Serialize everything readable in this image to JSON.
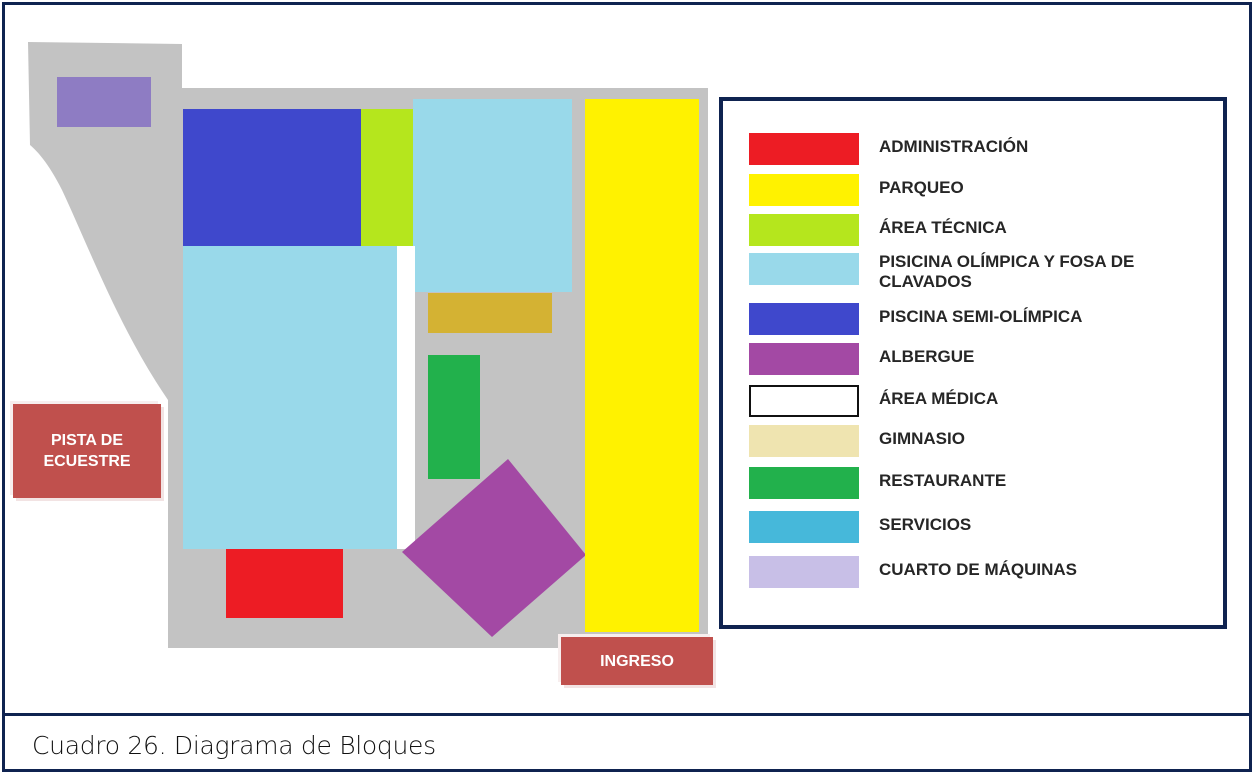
{
  "diagram": {
    "caption": "Cuadro 26. Diagrama de Bloques",
    "labels": {
      "pista": "PISTA DE\nECUESTRE",
      "ingreso": "INGRESO"
    },
    "colors": {
      "frame": "#0f2350",
      "ground": "#c3c3c3",
      "administracion": "#ed1c24",
      "parqueo": "#fff200",
      "area_tecnica": "#b5e61d",
      "piscina_olimpica": "#99d9ea",
      "piscina_semi": "#3f48cc",
      "albergue": "#a349a4",
      "area_medica": "#ffffff",
      "gimnasio": "#d4b233",
      "restaurante": "#22b14c",
      "cuarto_maquinas": "#8e7cc3",
      "tag": "#c0504d"
    }
  },
  "legend": {
    "items": [
      {
        "label": "ADMINISTRACIÓN",
        "color": "#ed1c24"
      },
      {
        "label": "PARQUEO",
        "color": "#fff200"
      },
      {
        "label": "ÁREA TÉCNICA",
        "color": "#b5e61d"
      },
      {
        "label": "PISICINA OLÍMPICA Y FOSA DE\nCLAVADOS",
        "color": "#99d9ea"
      },
      {
        "label": "PISCINA SEMI-OLÍMPICA",
        "color": "#3f48cc"
      },
      {
        "label": "ALBERGUE",
        "color": "#a349a4"
      },
      {
        "label": "ÁREA MÉDICA",
        "color": "#ffffff"
      },
      {
        "label": "GIMNASIO",
        "color": "#efe4b0"
      },
      {
        "label": "RESTAURANTE",
        "color": "#22b14c"
      },
      {
        "label": "SERVICIOS",
        "color": "#46b8da"
      },
      {
        "label": "CUARTO DE MÁQUINAS",
        "color": "#c8bfe7"
      }
    ]
  }
}
